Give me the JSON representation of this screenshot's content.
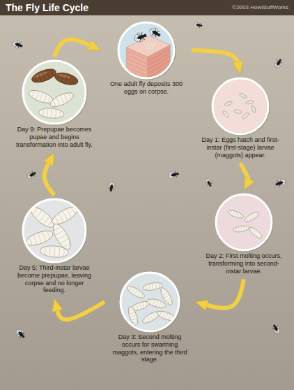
{
  "diagram": {
    "title": "The Fly Life Cycle",
    "nodes": [
      {
        "text": [
          "One adult fly deposits 300 eggs on corpse."
        ]
      },
      {
        "text": [
          "Day 1: Eggs hatch and first-instar (first-stage) larvae (maggots) appear."
        ]
      },
      {
        "text": [
          "Day 2: First molting occurs, transforming into second-instar larvae."
        ]
      },
      {
        "text": [
          "Day 3: Second molting occurs for swarming maggots, entering the third stage."
        ]
      },
      {
        "text": [
          "Day 5: Third-instar larvae become prepupae, leaving corpse and no longer feeding."
        ]
      },
      {
        "text": [
          "Day 9: Prepupae becomes pupae and begins transformation into adult fly."
        ]
      }
    ],
    "edges": [
      {
        "from": 0,
        "to": 1,
        "arrow": "to"
      },
      {
        "from": 1,
        "to": 2,
        "arrow": "to"
      },
      {
        "from": 2,
        "to": 3,
        "arrow": "to"
      },
      {
        "from": 3,
        "to": 4,
        "arrow": "to"
      },
      {
        "from": 4,
        "to": 5,
        "arrow": "to"
      },
      {
        "from": 5,
        "to": 0,
        "arrow": "to"
      }
    ],
    "labels": [
      "©2003 HowStuffWorks"
    ]
  }
}
